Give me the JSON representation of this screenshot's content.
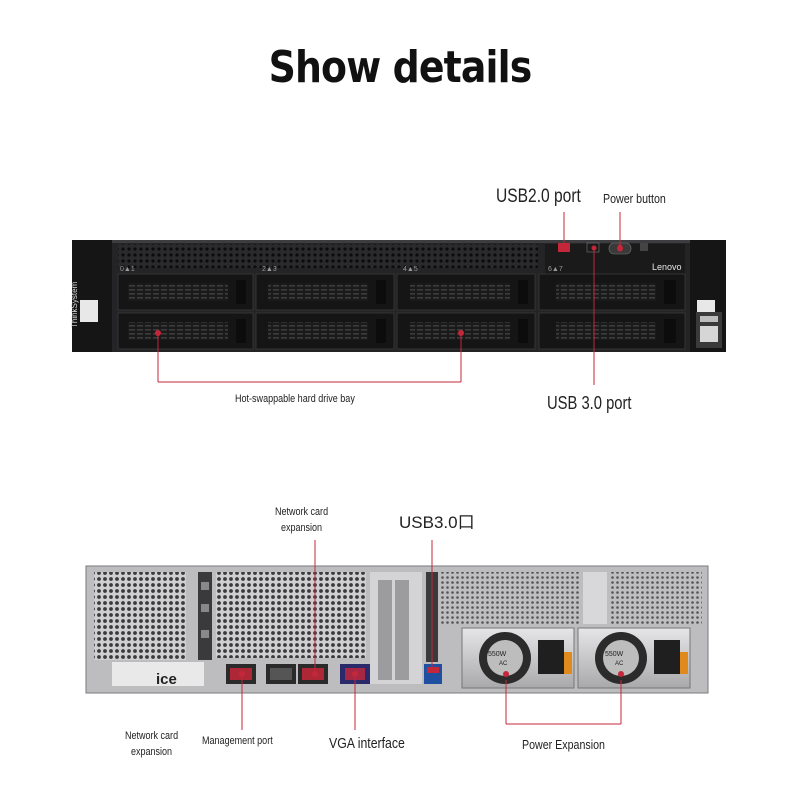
{
  "title": "Show details",
  "front": {
    "labels": {
      "usb2": "USB2.0 port",
      "power": "Power button",
      "usb3": "USB 3.0 port",
      "hdd": "Hot-swappable hard drive bay"
    },
    "bay_tags": [
      "0▲1",
      "2▲3",
      "4▲5",
      "6▲7"
    ],
    "logo": "Lenovo",
    "brand": "ThinkSystem"
  },
  "rear": {
    "labels": {
      "net_top_line1": "Network card",
      "net_top_line2": "expansion",
      "usb3": "USB3.0口",
      "net_left_line1": "Network card",
      "net_left_line2": "expansion",
      "mgmt": "Management port",
      "vga": "VGA interface",
      "power": "Power Expansion",
      "ice": "ice"
    },
    "psu_rating": "550W",
    "psu_ac": "AC"
  },
  "colors": {
    "callout": "#c4273a",
    "chassis_dark": "#1c1c1e",
    "chassis_light": "#d6d6d8"
  }
}
